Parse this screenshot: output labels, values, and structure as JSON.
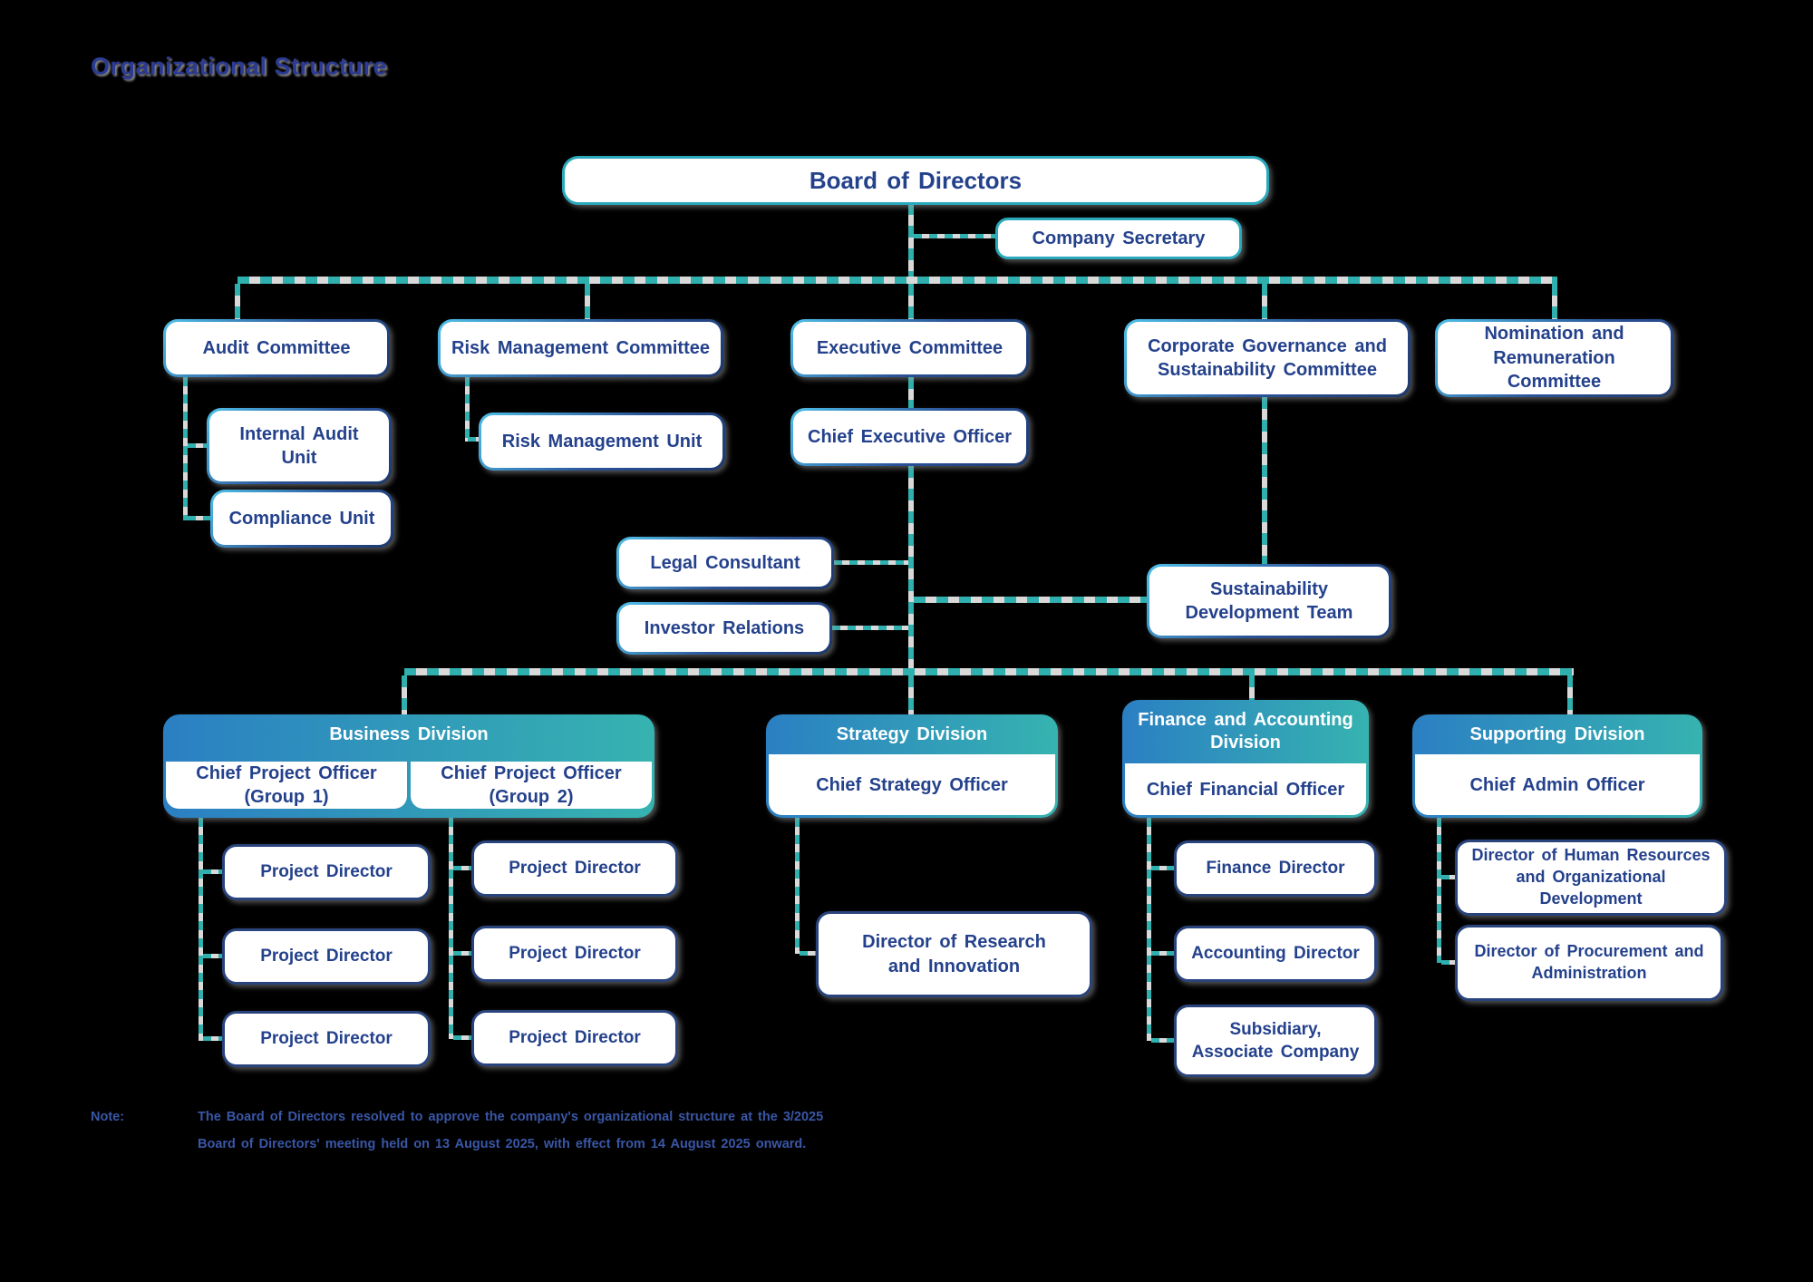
{
  "title": "Organizational Structure",
  "board": "Board of Directors",
  "company_secretary": "Company Secretary",
  "committees": {
    "audit": "Audit Committee",
    "risk": "Risk Management Committee",
    "executive": "Executive Committee",
    "governance": "Corporate Governance and\nSustainability Committee",
    "nomination": "Nomination and\nRemuneration Committee"
  },
  "offices": {
    "internal_audit": "Internal Audit\nUnit",
    "compliance": "Compliance Unit",
    "risk_unit": "Risk Management Unit",
    "ceo": "Chief Executive Officer",
    "legal": "Legal Consultant",
    "investor": "Investor Relations",
    "sustainability": "Sustainability\nDevelopment Team"
  },
  "divisions": {
    "business": {
      "name": "Business Division",
      "heads": [
        "Chief Project Officer\n(Group 1)",
        "Chief Project Officer\n(Group 2)"
      ],
      "group1_children": [
        "Project Director",
        "Project Director",
        "Project Director"
      ],
      "group2_children": [
        "Project Director",
        "Project Director",
        "Project Director"
      ]
    },
    "strategy": {
      "name": "Strategy Division",
      "head": "Chief Strategy Officer",
      "children": [
        "Director of Research\nand Innovation"
      ]
    },
    "finance": {
      "name": "Finance and Accounting\nDivision",
      "head": "Chief Financial Officer",
      "children": [
        "Finance Director",
        "Accounting Director",
        "Subsidiary,\nAssociate Company"
      ]
    },
    "supporting": {
      "name": "Supporting Division",
      "head": "Chief Admin Officer",
      "children": [
        "Director of Human Resources\nand Organizational Development",
        "Director of Procurement and\nAdministration"
      ]
    }
  },
  "note": {
    "label": "Note:",
    "line1": "The Board of Directors resolved to approve the company's organizational structure at the 3/2025",
    "line2": "Board of Directors' meeting held on 13 August 2025, with effect from 14 August 2025 onward."
  },
  "colors": {
    "teal_border": "#2ba9bc",
    "navy_text": "#24418c",
    "dash_teal": "#2fafad",
    "division_gradient_start": "#2b7fc3",
    "division_gradient_end": "#36b3b0"
  }
}
